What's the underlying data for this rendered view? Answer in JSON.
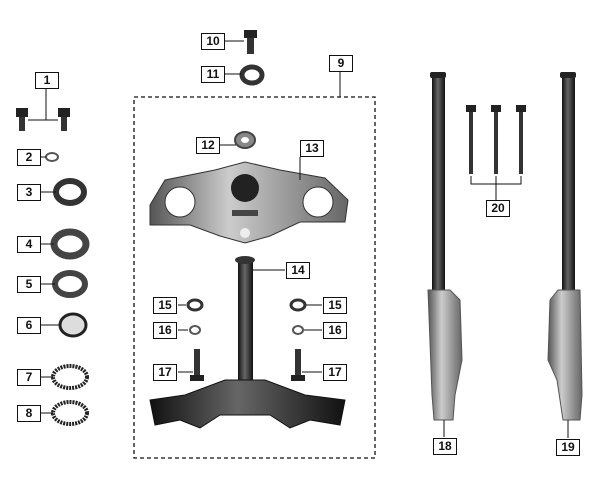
{
  "diagram": {
    "title": "Front fork and steering stem parts",
    "callouts": [
      "1",
      "2",
      "3",
      "4",
      "5",
      "6",
      "7",
      "8",
      "9",
      "10",
      "11",
      "12",
      "13",
      "14",
      "15",
      "15",
      "16",
      "16",
      "17",
      "17",
      "18",
      "19",
      "20"
    ]
  }
}
